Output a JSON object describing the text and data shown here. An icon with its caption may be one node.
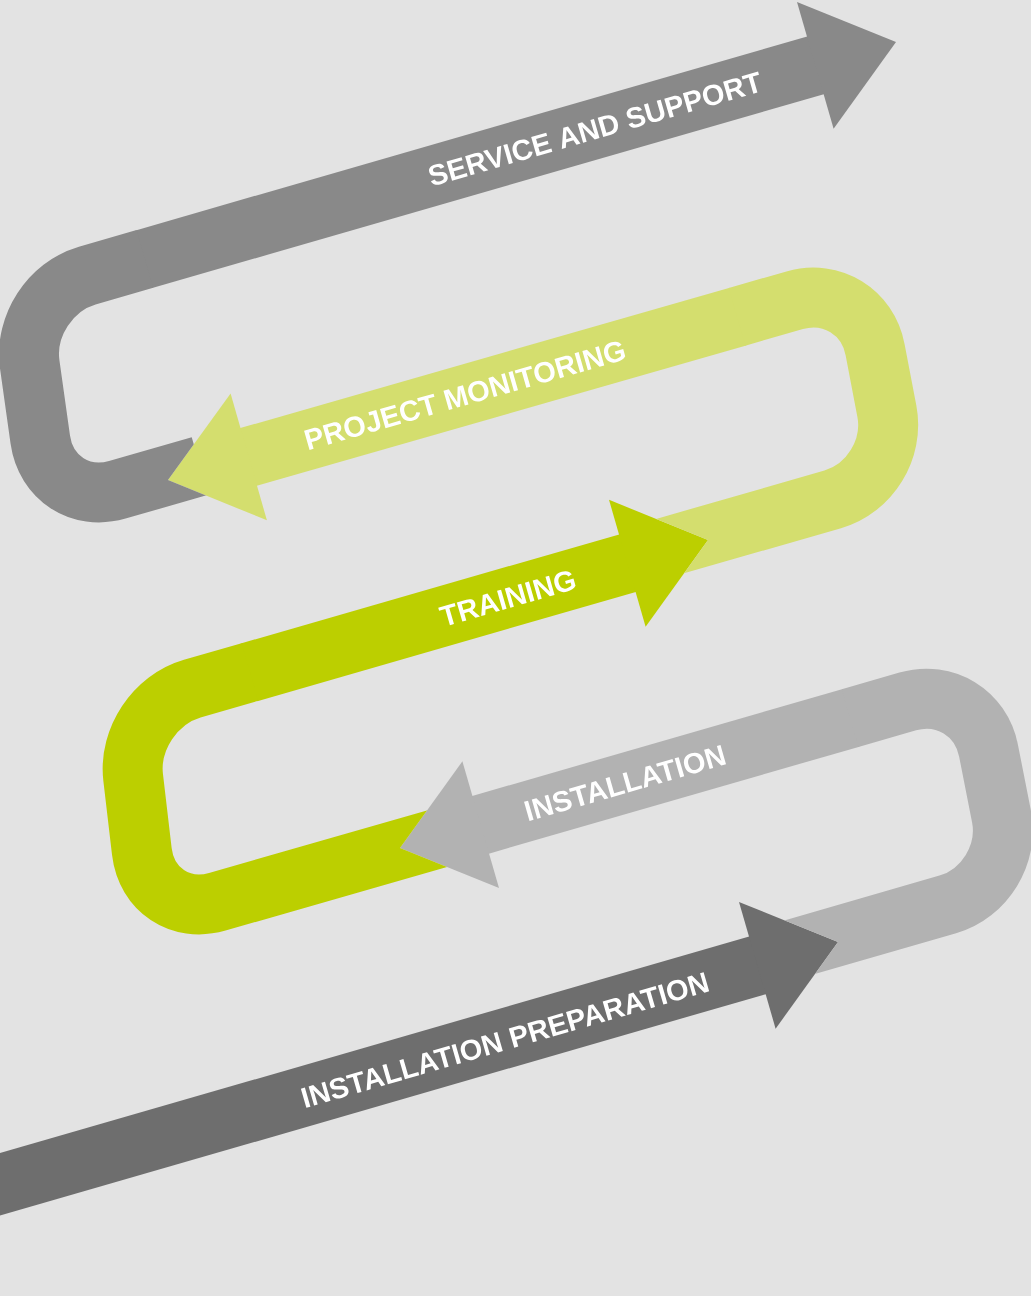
{
  "diagram": {
    "nodes": [
      {
        "text": [
          "SERVICE AND SUPPORT"
        ]
      },
      {
        "text": [
          "PROJECT MONITORING"
        ]
      },
      {
        "text": [
          "TRAINING"
        ]
      },
      {
        "text": [
          "INSTALLATION"
        ]
      },
      {
        "text": [
          "INSTALLATION PREPARATION"
        ]
      }
    ],
    "edges": [
      {
        "from": 4,
        "to": 3,
        "arrow": "none",
        "color": "#b2b2b2"
      },
      {
        "from": 3,
        "to": 2,
        "arrow": "none",
        "color": "#bccf00"
      },
      {
        "from": 2,
        "to": 1,
        "arrow": "none",
        "color": "#d4de6e"
      },
      {
        "from": 1,
        "to": 0,
        "arrow": "none",
        "color": "#898989"
      }
    ]
  }
}
